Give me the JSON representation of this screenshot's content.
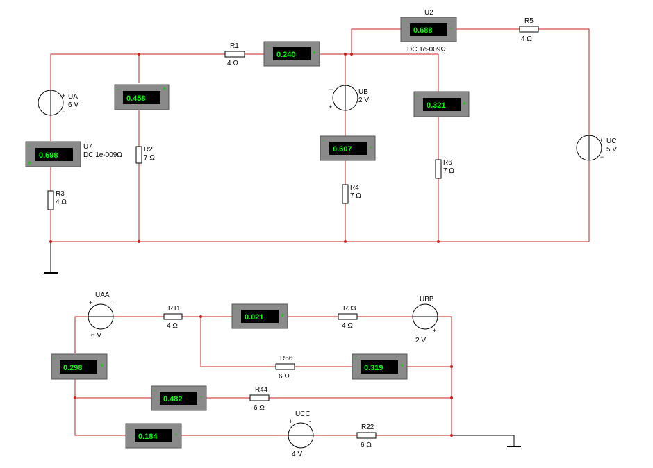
{
  "colors": {
    "wire": "#cc1f1f",
    "junction": "#cc1f1f",
    "ground": "#000000",
    "meter_body": "#8a8a8a",
    "meter_display": "#000000",
    "meter_text": "#00ff00",
    "meter_terminal": "#00cc00",
    "component": "#000000"
  },
  "circuit1": {
    "sources": {
      "UA": {
        "name": "UA",
        "value": "6 V"
      },
      "UB": {
        "name": "UB",
        "value": "2 V"
      },
      "UC": {
        "name": "UC",
        "value": "5 V"
      }
    },
    "resistors": {
      "R1": {
        "name": "R1",
        "value": "4 Ω"
      },
      "R2": {
        "name": "R2",
        "value": "7 Ω"
      },
      "R3": {
        "name": "R3",
        "value": "4 Ω"
      },
      "R4": {
        "name": "R4",
        "value": "7 Ω"
      },
      "R5": {
        "name": "R5",
        "value": "4 Ω"
      },
      "R6": {
        "name": "R6",
        "value": "7 Ω"
      }
    },
    "meters": {
      "U2": {
        "name": "U2",
        "reading": "0.688",
        "mode": "DC  1e-009Ω"
      },
      "U7": {
        "name": "U7",
        "reading": "0.698",
        "mode": "DC  1e-009Ω"
      },
      "m_r2": {
        "reading": "0.458"
      },
      "m_r1": {
        "reading": "0.240"
      },
      "m_ub": {
        "reading": "0.607"
      },
      "m_r6": {
        "reading": "0.321"
      }
    }
  },
  "circuit2": {
    "sources": {
      "UAA": {
        "name": "UAA",
        "value": "6 V"
      },
      "UBB": {
        "name": "UBB",
        "value": "2 V"
      },
      "UCC": {
        "name": "UCC",
        "value": "4 V"
      }
    },
    "resistors": {
      "R11": {
        "name": "R11",
        "value": "4 Ω"
      },
      "R22": {
        "name": "R22",
        "value": "6 Ω"
      },
      "R33": {
        "name": "R33",
        "value": "4 Ω"
      },
      "R44": {
        "name": "R44",
        "value": "6 Ω"
      },
      "R66": {
        "name": "R66",
        "value": "6 Ω"
      }
    },
    "meters": {
      "m_top": {
        "reading": "0.021"
      },
      "m_left": {
        "reading": "0.298"
      },
      "m_r66": {
        "reading": "0.319"
      },
      "m_r44": {
        "reading": "0.482"
      },
      "m_ucc": {
        "reading": "0.184"
      }
    }
  },
  "polarity": {
    "plus": "+",
    "minus": "−",
    "minus_short": "-"
  }
}
